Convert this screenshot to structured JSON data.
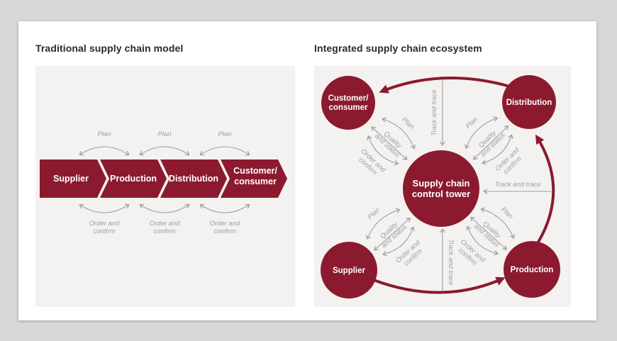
{
  "colors": {
    "outer_background": "#d8d8d8",
    "page_background": "#ffffff",
    "panel_background": "#f3f2f0",
    "brand_red": "#8b1a2e",
    "arrow_gray": "#9e9e9e",
    "title_color": "#2e2b29",
    "node_text": "#ffffff"
  },
  "left_diagram": {
    "title": "Traditional supply chain model",
    "stages": [
      {
        "line1": "Supplier"
      },
      {
        "line1": "Production"
      },
      {
        "line1": "Distribution"
      },
      {
        "line1": "Customer/",
        "line2": "consumer"
      }
    ],
    "labels": {
      "plan": "Plan",
      "order1": "Order and",
      "order2": "confirm"
    }
  },
  "right_diagram": {
    "title": "Integrated supply chain ecosystem",
    "center_node": {
      "line1": "Supply chain",
      "line2": "control tower"
    },
    "nodes": {
      "customer1": "Customer/",
      "customer2": "consumer",
      "distribution": "Distribution",
      "supplier": "Supplier",
      "production": "Production"
    },
    "labels": {
      "plan": "Plan",
      "quality1": "Quality",
      "quality2": "and status",
      "order1": "Order and",
      "order2": "confirm",
      "track": "Track and trace"
    }
  }
}
